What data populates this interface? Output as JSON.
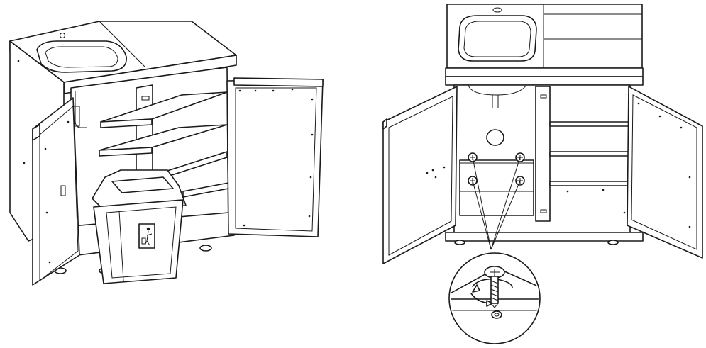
{
  "figure": {
    "type": "assembly-illustration",
    "views": [
      {
        "name": "left-view",
        "description_items": [
          "sink-cabinet",
          "open-doors",
          "shelves",
          "trash-bin"
        ]
      },
      {
        "name": "right-view",
        "description_items": [
          "sink-cabinet-front",
          "open-doors",
          "shelves",
          "four-screws"
        ]
      },
      {
        "name": "detail-magnifier",
        "description_items": [
          "screw-detail",
          "rotation-arrow"
        ]
      }
    ],
    "colors": {
      "line": "#1a1a1a",
      "background": "#ffffff"
    },
    "icons": [
      "trash-recycle-icon",
      "screw-icon",
      "rotation-arrow-icon"
    ]
  }
}
